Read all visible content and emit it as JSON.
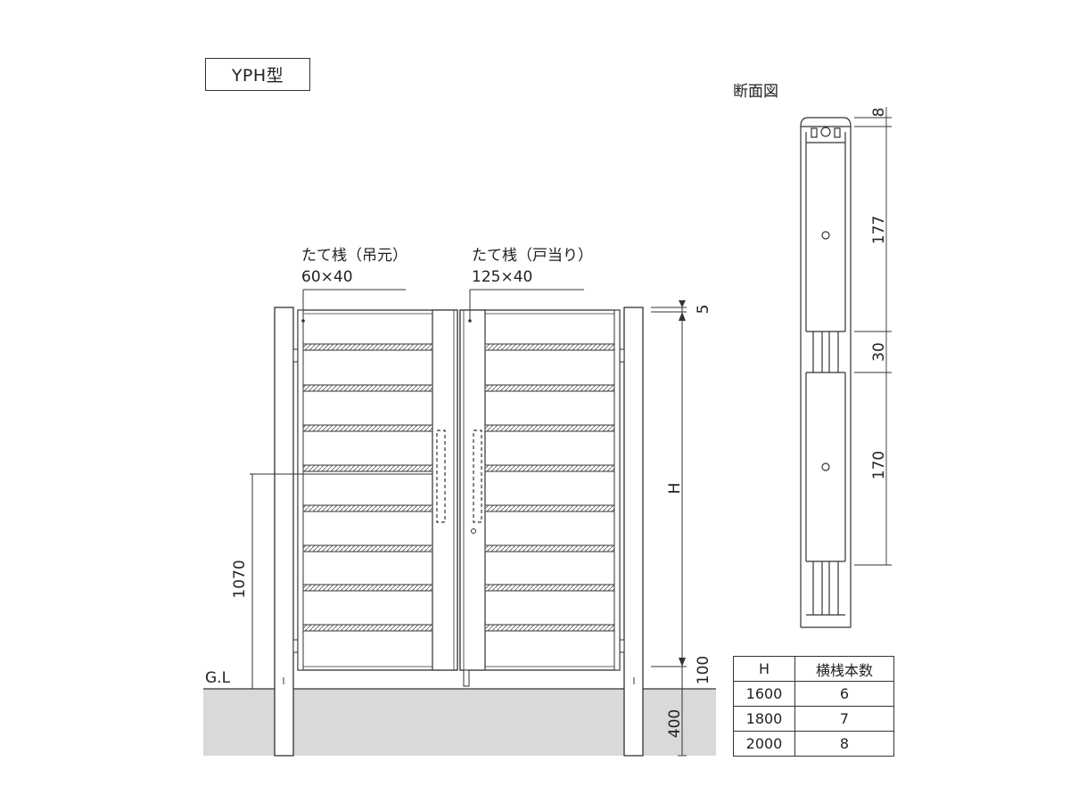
{
  "model_label": "YPH型",
  "section_title": "断面図",
  "ground_label": "G.L",
  "stile_hinge": {
    "name": "たて桟（吊元）",
    "size": "60×40"
  },
  "stile_latch": {
    "name": "たて桟（戸当り）",
    "size": "125×40"
  },
  "dimensions": {
    "top_gap": "5",
    "height_symbol": "H",
    "bottom_gap": "100",
    "handle_height": "1070",
    "embed_depth": "400",
    "section_cap": "8",
    "section_upper": "177",
    "section_joint": "30",
    "section_lower": "170"
  },
  "table": {
    "headers": [
      "H",
      "横桟本数"
    ],
    "rows": [
      [
        "1600",
        "6"
      ],
      [
        "1800",
        "7"
      ],
      [
        "2000",
        "8"
      ]
    ]
  }
}
